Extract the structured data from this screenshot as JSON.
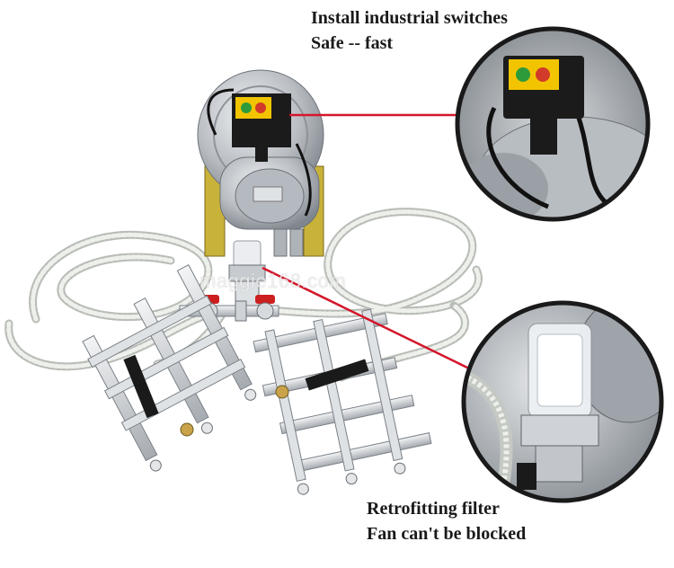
{
  "captions": {
    "top": {
      "line1": "Install industrial switches",
      "line2": "Safe -- fast"
    },
    "bottom": {
      "line1": "Retrofitting filter",
      "line2": "Fan can't be blocked"
    }
  },
  "watermark": "maggie168.com",
  "colors": {
    "callout_line": "#d4162b",
    "switch_housing": "#1b1b1b",
    "switch_faceplate": "#f2c400",
    "start_button": "#2e9b3b",
    "stop_button": "#d23a2a",
    "valve_handle": "#cc1f1f",
    "metal": "#c9ccd0",
    "hose": "#d9dcd6"
  },
  "icons": [
    "blower-motor-icon",
    "switch-box-icon",
    "filter-canister-icon",
    "hose-icon",
    "ball-valve-icon",
    "nozzle-bar-icon"
  ]
}
